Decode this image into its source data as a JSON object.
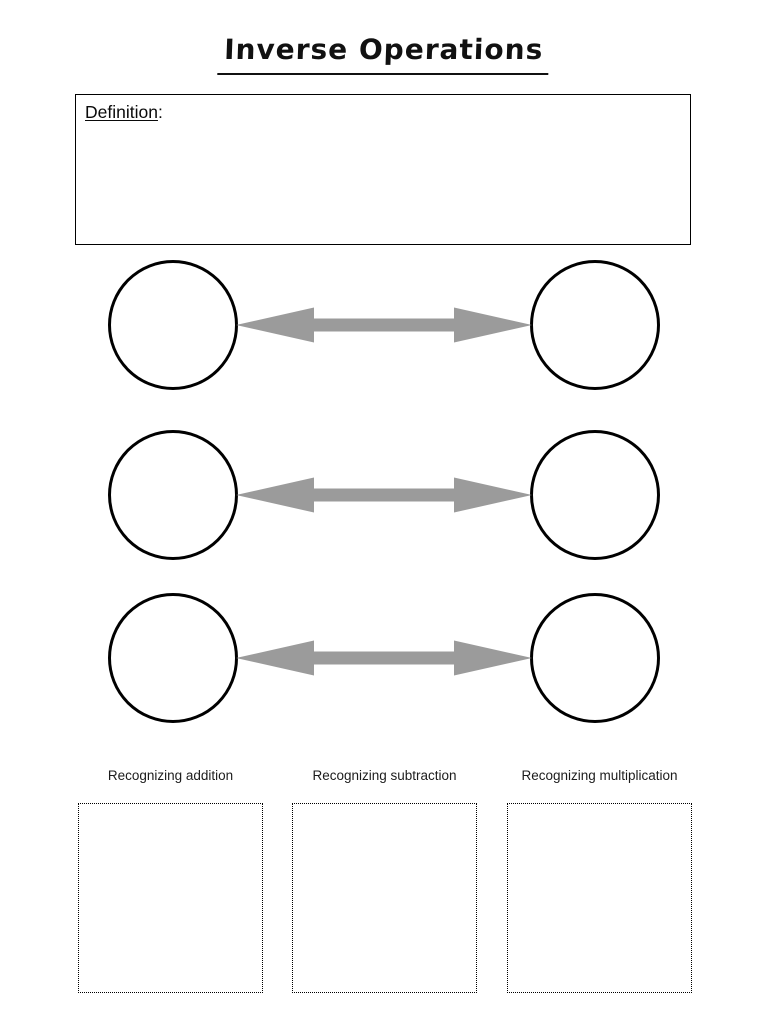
{
  "page": {
    "title": "Inverse Operations"
  },
  "definition": {
    "label": "Definition",
    "suffix": ":"
  },
  "diagram": {
    "row_count": 3,
    "arrow_color": "#9b9b9b",
    "circle_border_color": "#000000",
    "arrow_icon": "double-headed-arrow"
  },
  "recognition": {
    "labels": [
      "Recognizing addition",
      "Recognizing subtraction",
      "Recognizing multiplication"
    ]
  }
}
